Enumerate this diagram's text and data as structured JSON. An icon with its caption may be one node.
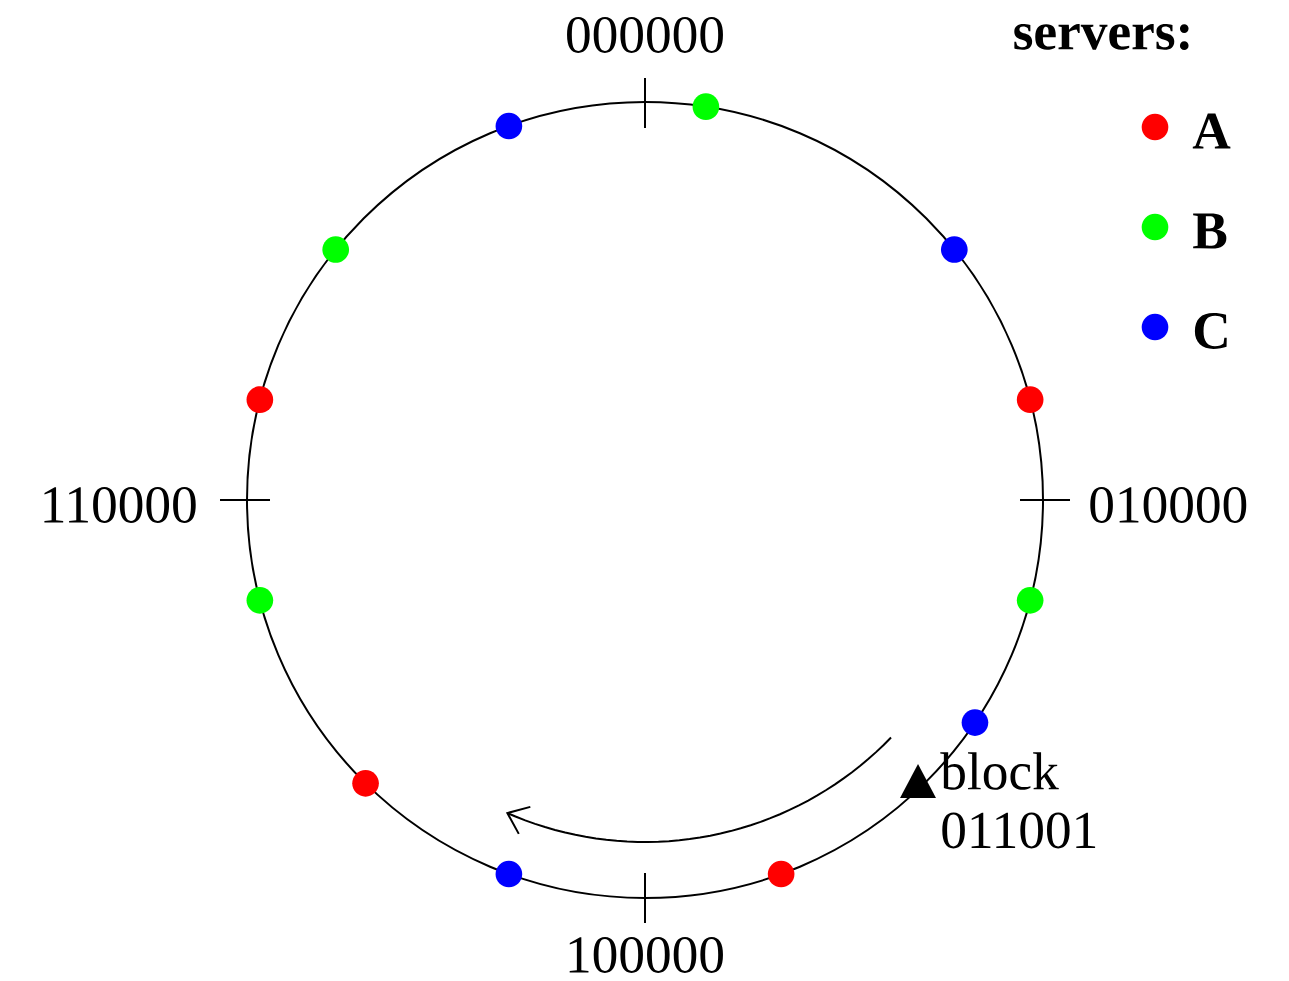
{
  "diagram": {
    "labels": [
      "000000",
      "010000",
      "100000",
      "110000",
      "servers:",
      "block 011001"
    ],
    "legend": [
      {
        "text": "A",
        "color": "#ff0000"
      },
      {
        "text": "B",
        "color": "#00ff00"
      },
      {
        "text": "C",
        "color": "#0000ff"
      }
    ]
  }
}
